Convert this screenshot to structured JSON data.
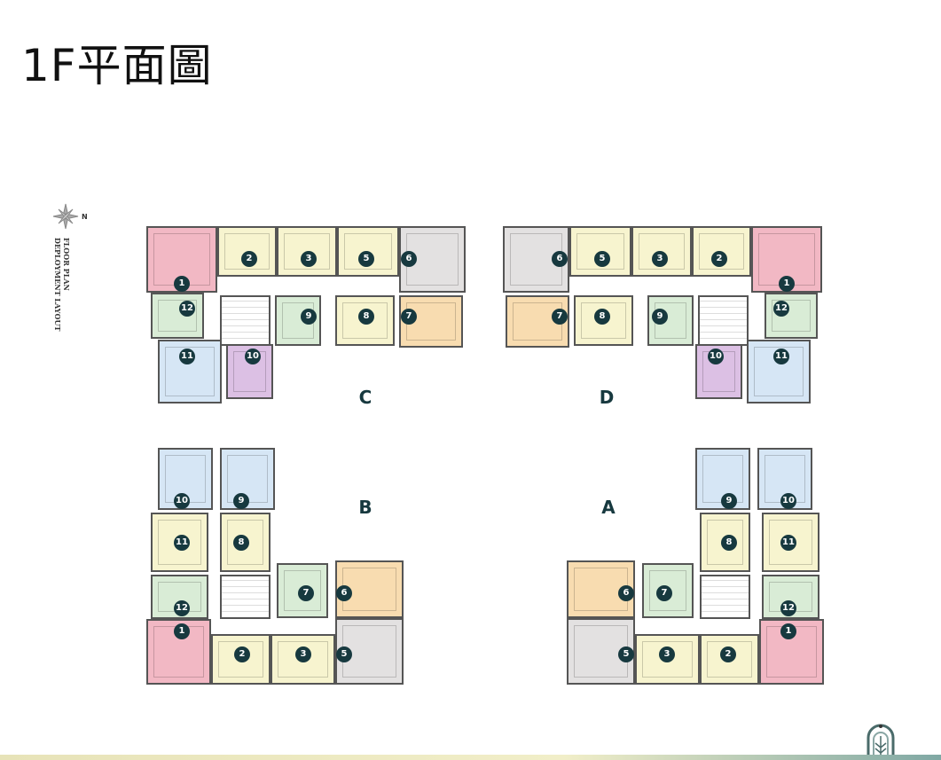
{
  "title": "1F平面圖",
  "legend": {
    "north": "N",
    "line1": "FLOOR PLAN",
    "line2": "DEPLOYMENT LAYOUT"
  },
  "colors": {
    "pink": "#f2b8c4",
    "yellow": "#f7f4cf",
    "gray": "#e3e1e1",
    "green": "#d9ecd6",
    "orange": "#f8dcb0",
    "blue": "#d6e6f5",
    "purple": "#dcc0e4",
    "badge": "#17393f"
  },
  "buildings": [
    {
      "label": "C",
      "units": [
        {
          "num": "1",
          "color": "pink"
        },
        {
          "num": "2",
          "color": "yellow"
        },
        {
          "num": "3",
          "color": "yellow"
        },
        {
          "num": "5",
          "color": "yellow"
        },
        {
          "num": "6",
          "color": "gray"
        },
        {
          "num": "7",
          "color": "orange"
        },
        {
          "num": "8",
          "color": "yellow"
        },
        {
          "num": "9",
          "color": "green"
        },
        {
          "num": "10",
          "color": "purple"
        },
        {
          "num": "11",
          "color": "blue"
        },
        {
          "num": "12",
          "color": "green"
        }
      ]
    },
    {
      "label": "D",
      "units": [
        {
          "num": "1",
          "color": "pink"
        },
        {
          "num": "2",
          "color": "yellow"
        },
        {
          "num": "3",
          "color": "yellow"
        },
        {
          "num": "5",
          "color": "yellow"
        },
        {
          "num": "6",
          "color": "gray"
        },
        {
          "num": "7",
          "color": "orange"
        },
        {
          "num": "8",
          "color": "yellow"
        },
        {
          "num": "9",
          "color": "green"
        },
        {
          "num": "10",
          "color": "purple"
        },
        {
          "num": "11",
          "color": "blue"
        },
        {
          "num": "12",
          "color": "green"
        }
      ]
    },
    {
      "label": "B",
      "units": [
        {
          "num": "1",
          "color": "pink"
        },
        {
          "num": "2",
          "color": "yellow"
        },
        {
          "num": "3",
          "color": "yellow"
        },
        {
          "num": "5",
          "color": "gray"
        },
        {
          "num": "6",
          "color": "orange"
        },
        {
          "num": "7",
          "color": "green"
        },
        {
          "num": "8",
          "color": "yellow"
        },
        {
          "num": "9",
          "color": "blue"
        },
        {
          "num": "10",
          "color": "blue"
        },
        {
          "num": "11",
          "color": "yellow"
        },
        {
          "num": "12",
          "color": "green"
        }
      ]
    },
    {
      "label": "A",
      "units": [
        {
          "num": "1",
          "color": "pink"
        },
        {
          "num": "2",
          "color": "yellow"
        },
        {
          "num": "3",
          "color": "yellow"
        },
        {
          "num": "5",
          "color": "gray"
        },
        {
          "num": "6",
          "color": "orange"
        },
        {
          "num": "7",
          "color": "green"
        },
        {
          "num": "8",
          "color": "yellow"
        },
        {
          "num": "9",
          "color": "blue"
        },
        {
          "num": "10",
          "color": "blue"
        },
        {
          "num": "11",
          "color": "yellow"
        },
        {
          "num": "12",
          "color": "green"
        }
      ]
    }
  ]
}
